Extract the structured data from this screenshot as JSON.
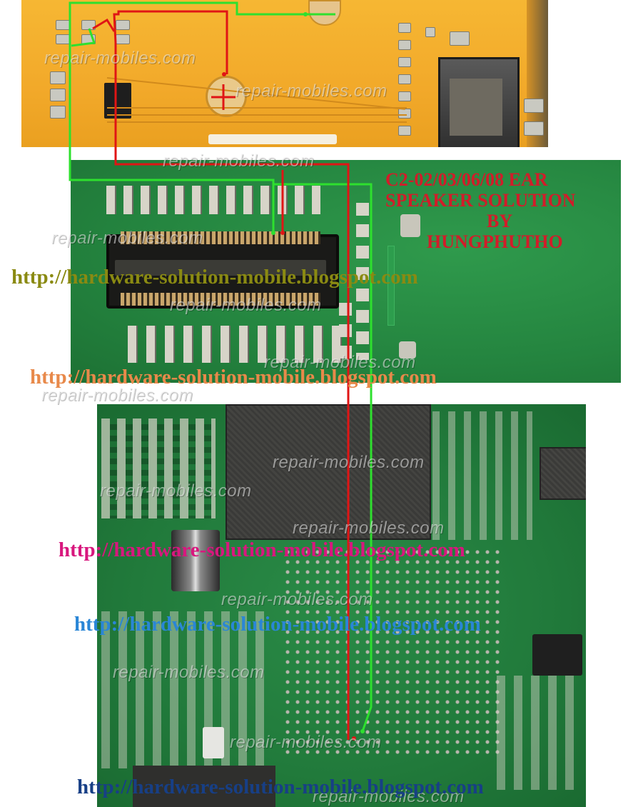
{
  "image": {
    "description_label": "Nokia C2 ear speaker repair diagram",
    "title_lines": [
      "C2-02/03/06/08 EAR",
      "SPEAKER SOLUTION",
      "BY",
      "HUNGPHUTHO"
    ],
    "title_color": "#d21c2a",
    "watermark_text": "repair-mobiles.com",
    "urls": [
      {
        "text": "http://hardware-solution-mobile.blogspot.com",
        "color": "#8a8a12"
      },
      {
        "text": "http://hardware-solution-mobile.blogspot.com",
        "color": "#e8894a"
      },
      {
        "text": "http://hardware-solution-mobile.blogspot.com",
        "color": "#d8177e"
      },
      {
        "text": "http://hardware-solution-mobile.blogspot.com",
        "color": "#2a86d6"
      },
      {
        "text": "http://hardware-solution-mobile.blogspot.com",
        "color": "#173f86"
      }
    ],
    "wire_colors": {
      "positive": "#e01515",
      "negative": "#2ee02e"
    },
    "speaker_symbol": "+"
  }
}
